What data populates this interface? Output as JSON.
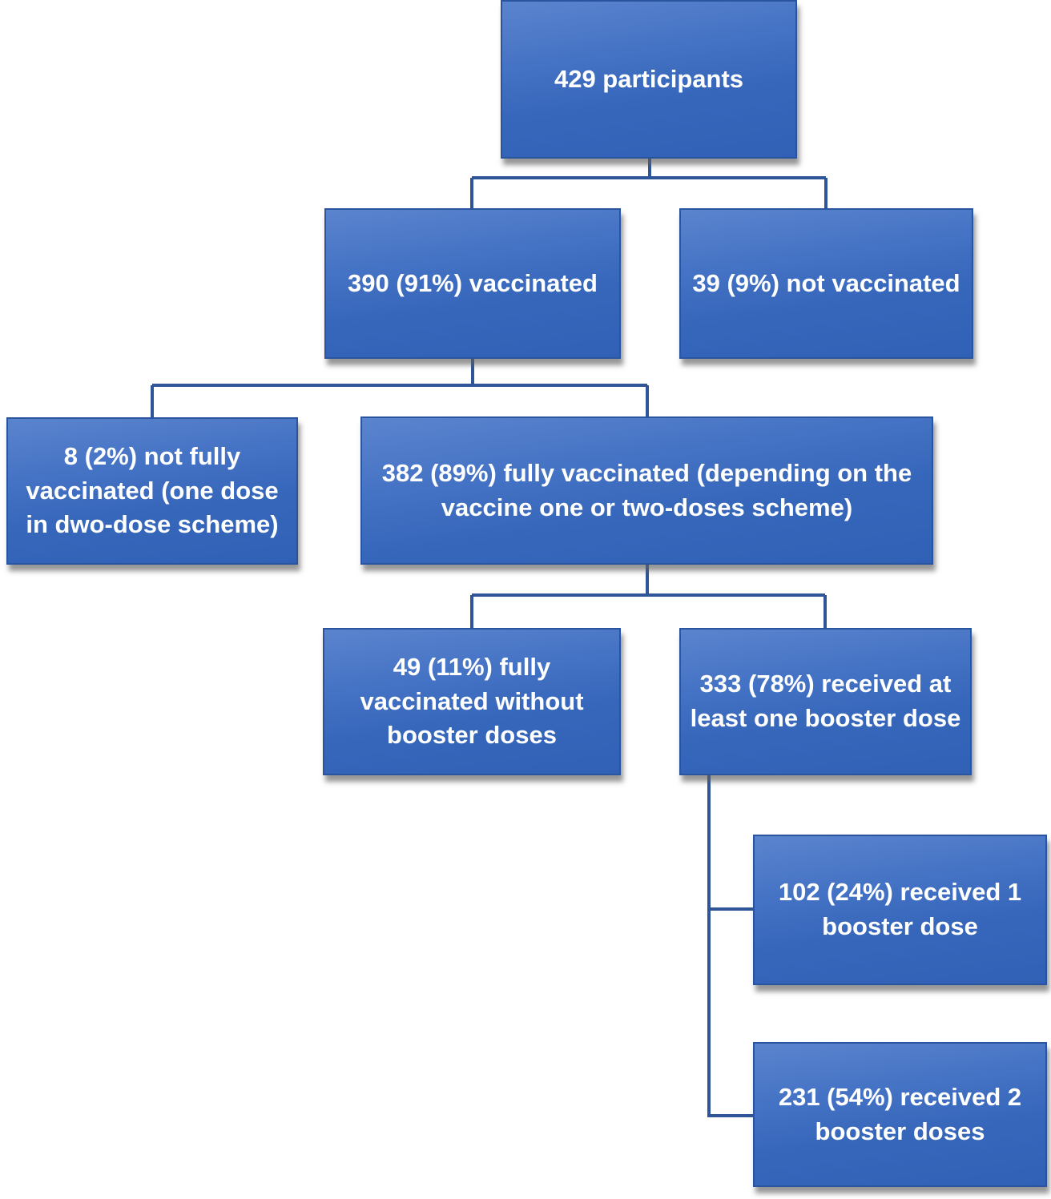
{
  "diagram": {
    "type": "flowchart",
    "background": "#ffffff",
    "nodes": [
      {
        "id": "participants",
        "text": "429 participants"
      },
      {
        "id": "vaccinated",
        "text": "390 (91%) vaccinated"
      },
      {
        "id": "not-vaccinated",
        "text": "39 (9%) not vaccinated"
      },
      {
        "id": "not-fully-vaccinated",
        "text": "8 (2%) not fully\nvaccinated (one dose\nin dwo-dose scheme)"
      },
      {
        "id": "fully-vaccinated",
        "text": "382 (89%) fully vaccinated (depending on the\nvaccine one or two-doses scheme)"
      },
      {
        "id": "no-booster",
        "text": "49 (11%) fully\nvaccinated without\nbooster doses"
      },
      {
        "id": "at-least-one-booster",
        "text": "333 (78%) received at\nleast one booster dose"
      },
      {
        "id": "one-booster",
        "text": "102 (24%) received 1\nbooster dose"
      },
      {
        "id": "two-boosters",
        "text": "231 (54%) received 2\nbooster doses"
      }
    ],
    "edges": [
      {
        "from": "participants",
        "to": "vaccinated"
      },
      {
        "from": "participants",
        "to": "not-vaccinated"
      },
      {
        "from": "vaccinated",
        "to": "not-fully-vaccinated"
      },
      {
        "from": "vaccinated",
        "to": "fully-vaccinated"
      },
      {
        "from": "fully-vaccinated",
        "to": "no-booster"
      },
      {
        "from": "fully-vaccinated",
        "to": "at-least-one-booster"
      },
      {
        "from": "at-least-one-booster",
        "to": "one-booster"
      },
      {
        "from": "at-least-one-booster",
        "to": "two-boosters"
      }
    ],
    "colors": {
      "node_fill_top": "#5b84ce",
      "node_fill_bottom": "#3161b6",
      "node_border": "#2a549e",
      "connector": "#2e5597",
      "text": "#ffffff"
    }
  }
}
